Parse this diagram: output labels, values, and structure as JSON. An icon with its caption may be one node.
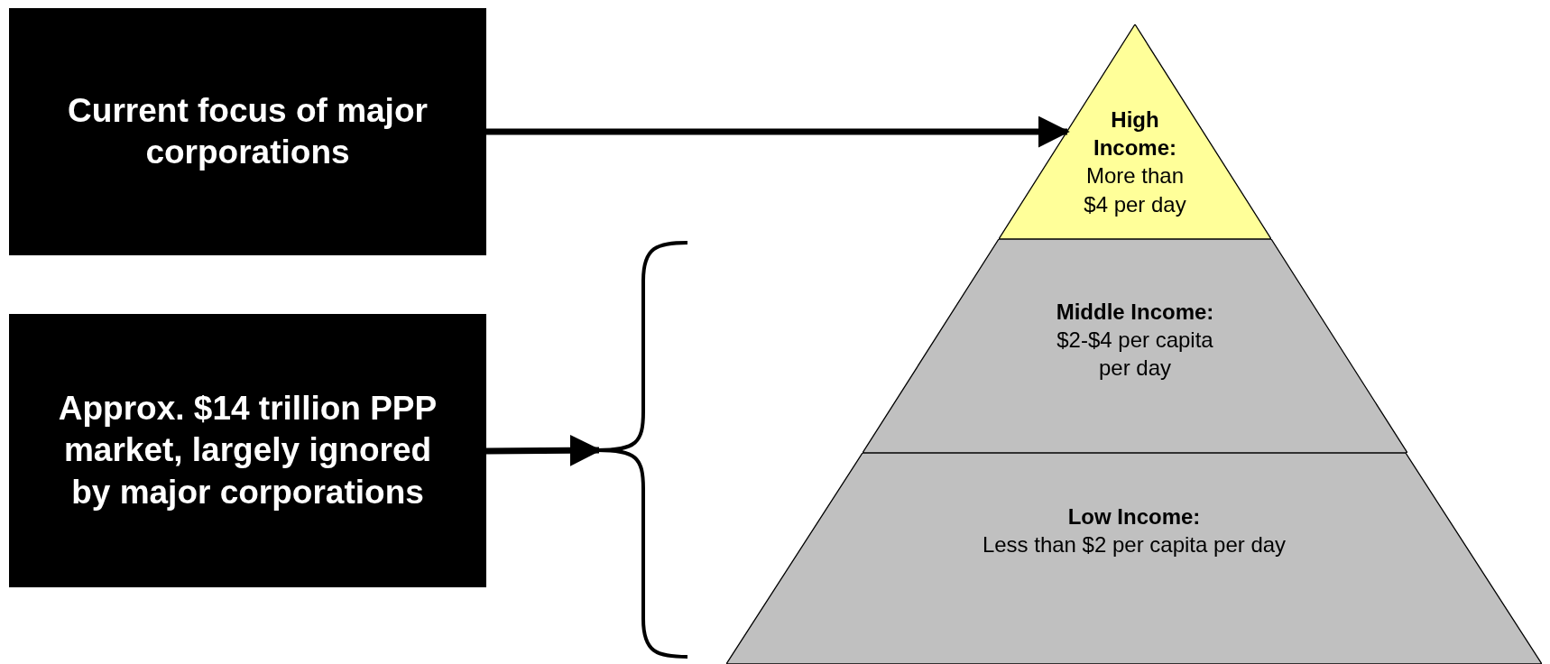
{
  "diagram": {
    "nodes": [
      {
        "text": [
          "Current focus of major corporations"
        ]
      },
      {
        "text": [
          "Approx. $14 trillion PPP market, largely ignored by major corporations"
        ]
      },
      {
        "text": [
          "High Income:",
          "More than $4 per day"
        ]
      },
      {
        "text": [
          "Middle Income:",
          "$2-$4 per capita per day"
        ]
      },
      {
        "text": [
          "Low Income:",
          "Less than $2 per capita per day"
        ]
      },
      {
        "text": [],
        "shape": "bracket"
      }
    ],
    "edges": [
      {
        "from": 0,
        "to": 2,
        "arrow": "to"
      },
      {
        "from": 1,
        "to": 5,
        "arrow": "to"
      }
    ]
  }
}
